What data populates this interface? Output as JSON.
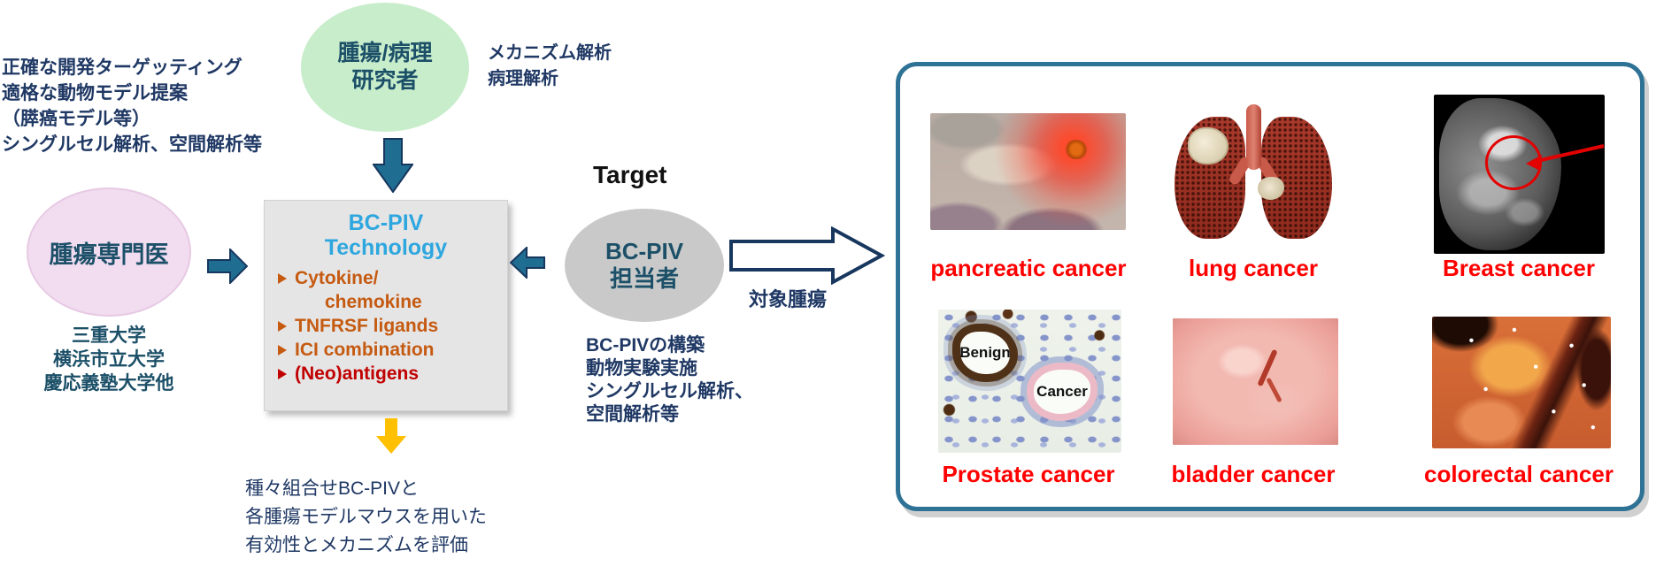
{
  "diagram": {
    "left_notes": {
      "lines": [
        "正確な開発ターゲッティング",
        "適格な動物モデル提案",
        "（膵癌モデル等）",
        "シングルセル解析、空間解析等"
      ]
    },
    "researcher_ellipse": {
      "line1": "腫瘍/病理",
      "line2": "研究者"
    },
    "researcher_notes": {
      "lines": [
        "メカニズム解析",
        "病理解析"
      ]
    },
    "oncologist_ellipse": {
      "label": "腫瘍専門医"
    },
    "institutions": {
      "lines": [
        "三重大学",
        "横浜市立大学",
        "慶応義塾大学他"
      ]
    },
    "tech_box": {
      "title_line1": "BC-PIV",
      "title_line2": "Technology",
      "bullets": [
        {
          "line1": "Cytokine/",
          "line2": "chemokine"
        },
        {
          "line1": "TNFRSF ligands"
        },
        {
          "line1": "ICI combination"
        },
        {
          "line1": "(Neo)antigens"
        }
      ]
    },
    "evaluation_notes": {
      "lines": [
        "種々組合せBC-PIVと",
        "各腫瘍モデルマウスを用いた",
        "有効性とメカニズムを評価"
      ]
    },
    "target": {
      "heading": "Target",
      "ellipse_line1": "BC-PIV",
      "ellipse_line2": "担当者",
      "tasks": [
        "BC-PIVの構築",
        "動物実験実施",
        "シングルセル解析、",
        "空間解析等"
      ],
      "arrow_label": "対象腫瘍"
    },
    "cancer_panel": {
      "items": [
        {
          "label": "pancreatic cancer"
        },
        {
          "label": "lung cancer"
        },
        {
          "label": "Breast cancer"
        },
        {
          "label": "Prostate cancer"
        },
        {
          "label": "bladder cancer"
        },
        {
          "label": "colorectal cancer"
        }
      ],
      "histology_annotations": {
        "benign": "Benign",
        "cancer": "Cancer"
      }
    },
    "colors": {
      "navy_text": "#1F3864",
      "teal_text": "#1C5068",
      "arrow_fill": "#1F6D91",
      "arrow_stroke": "#17375E",
      "green_ellipse": "#C8EDCB",
      "pink_ellipse": "#F2DCF0",
      "gray_ellipse": "#C9C9C9",
      "box_bg": "#E6E5E5",
      "box_title_blue": "#2EA7DF",
      "bullet_orange": "#C55A11",
      "bullet_red": "#C00000",
      "cancer_label_red": "#FF0000",
      "yellow_arrow": "#FFC000",
      "panel_border": "#2E7295"
    }
  }
}
